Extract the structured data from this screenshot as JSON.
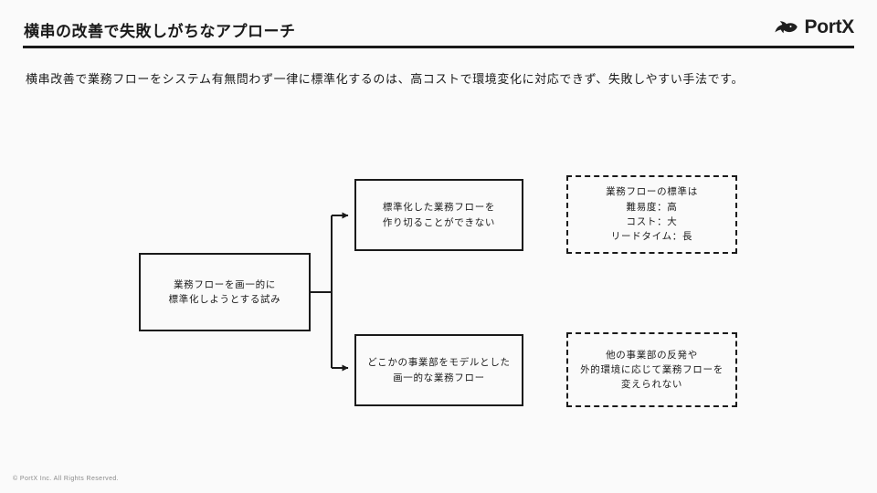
{
  "header": {
    "title": "横串の改善で失敗しがちなアプローチ",
    "logo_text": "PortX",
    "logo_icon": "whale-icon"
  },
  "lead": {
    "text": "横串改善で業務フローをシステム有無問わず一律に標準化するのは、高コストで環境変化に対応できず、失敗しやすい手法です。"
  },
  "diagram": {
    "cause": {
      "text": "業務フローを画一的に\n標準化しようとする試み"
    },
    "effects": [
      {
        "text": "標準化した業務フローを\n作り切ることができない"
      },
      {
        "text": "どこかの事業部をモデルとした\n画一的な業務フロー"
      }
    ],
    "notes": [
      {
        "text": "業務フローの標準は\n難易度：高\nコスト：大\nリードタイム：長"
      },
      {
        "text": "他の事業部の反発や\n外的環境に応じて業務フローを\n変えられない"
      }
    ],
    "connector_icon": "branch-arrow-connector"
  },
  "footer": {
    "copyright": "© PortX Inc. All Rights Reserved."
  },
  "colors": {
    "background": "#fafafa",
    "ink": "#1a1a1a",
    "muted": "#8a8a8a"
  }
}
